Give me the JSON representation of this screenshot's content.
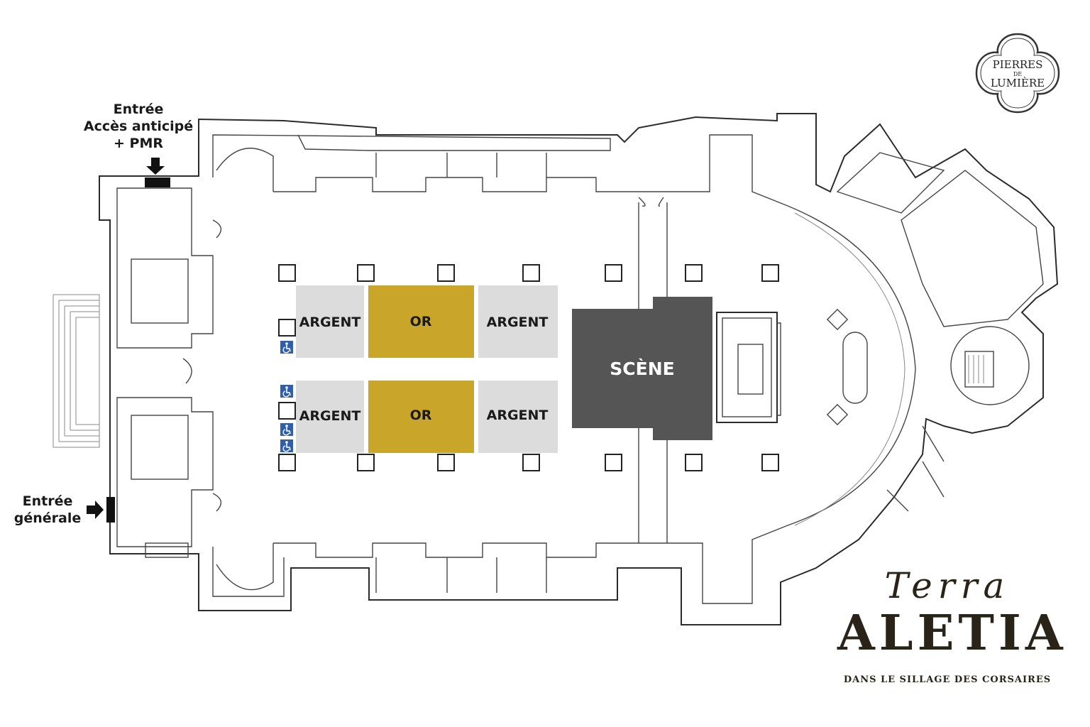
{
  "map": {
    "zones": {
      "argent_top_left": "ARGENT",
      "or_top": "OR",
      "argent_top_right": "ARGENT",
      "argent_bottom_left": "ARGENT",
      "or_bottom": "OR",
      "argent_bottom_right": "ARGENT"
    },
    "stage_label": "SCÈNE",
    "colors": {
      "argent": "#dcdcdc",
      "or": "#c9a62a",
      "stage": "#555555",
      "accessibility": "#2f5fa8"
    },
    "accessibility_icon": "wheelchair-icon"
  },
  "entrances": {
    "top_line1": "Entrée",
    "top_line2": "Accès anticipé",
    "top_line3": "+ PMR",
    "general_line1": "Entrée",
    "general_line2": "générale"
  },
  "brand": {
    "top_logo_line1": "PIERRES",
    "top_logo_line2": "DE",
    "top_logo_line3": "LUMIÈRE",
    "title_script": "Terra",
    "title_main": "ALETIA",
    "tagline": "DANS LE SILLAGE DES CORSAIRES"
  }
}
